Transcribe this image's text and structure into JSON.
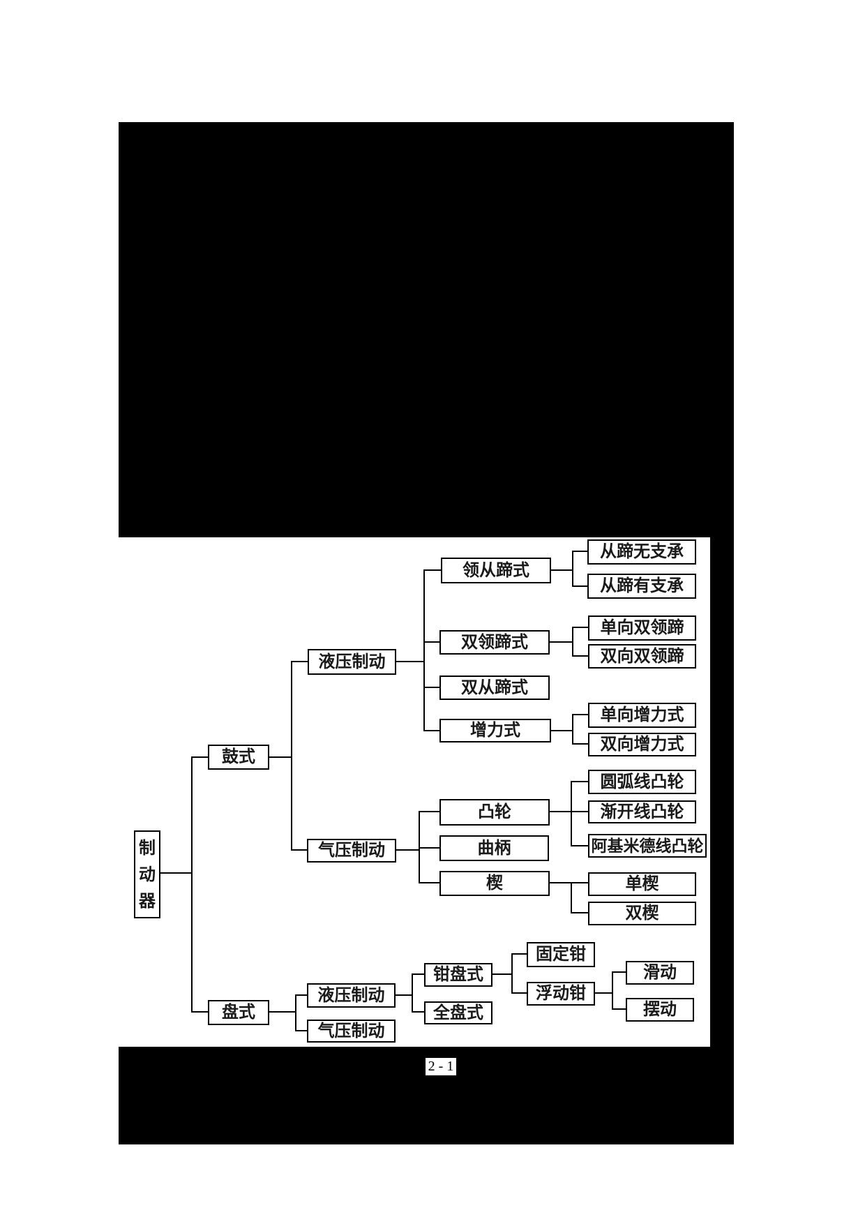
{
  "page": {
    "colors": {
      "ink": "#000000",
      "paper": "#ffffff"
    },
    "footer": {
      "page_number": "2 - 1"
    }
  },
  "diagram": {
    "tree": {
      "label": "制动器",
      "children": [
        {
          "label": "鼓式",
          "children": [
            {
              "label": "液压制动",
              "children": [
                {
                  "label": "领从蹄式",
                  "children": [
                    {
                      "label": "从蹄无支承"
                    },
                    {
                      "label": "从蹄有支承"
                    }
                  ]
                },
                {
                  "label": "双领蹄式",
                  "children": [
                    {
                      "label": "单向双领蹄"
                    },
                    {
                      "label": "双向双领蹄"
                    }
                  ]
                },
                {
                  "label": "双从蹄式"
                },
                {
                  "label": "增力式",
                  "children": [
                    {
                      "label": "单向增力式"
                    },
                    {
                      "label": "双向增力式"
                    }
                  ]
                }
              ]
            },
            {
              "label": "气压制动",
              "children": [
                {
                  "label": "凸轮",
                  "children": [
                    {
                      "label": "圆弧线凸轮"
                    },
                    {
                      "label": "渐开线凸轮"
                    },
                    {
                      "label": "阿基米德线凸轮"
                    }
                  ]
                },
                {
                  "label": "曲柄"
                },
                {
                  "label": "楔",
                  "children": [
                    {
                      "label": "单楔"
                    },
                    {
                      "label": "双楔"
                    }
                  ]
                }
              ]
            }
          ]
        },
        {
          "label": "盘式",
          "children": [
            {
              "label": "液压制动",
              "children": [
                {
                  "label": "钳盘式",
                  "children": [
                    {
                      "label": "固定钳"
                    },
                    {
                      "label": "浮动钳",
                      "children": [
                        {
                          "label": "滑动"
                        },
                        {
                          "label": "摆动"
                        }
                      ]
                    }
                  ]
                },
                {
                  "label": "全盘式"
                }
              ]
            },
            {
              "label": "气压制动"
            }
          ]
        }
      ]
    }
  }
}
